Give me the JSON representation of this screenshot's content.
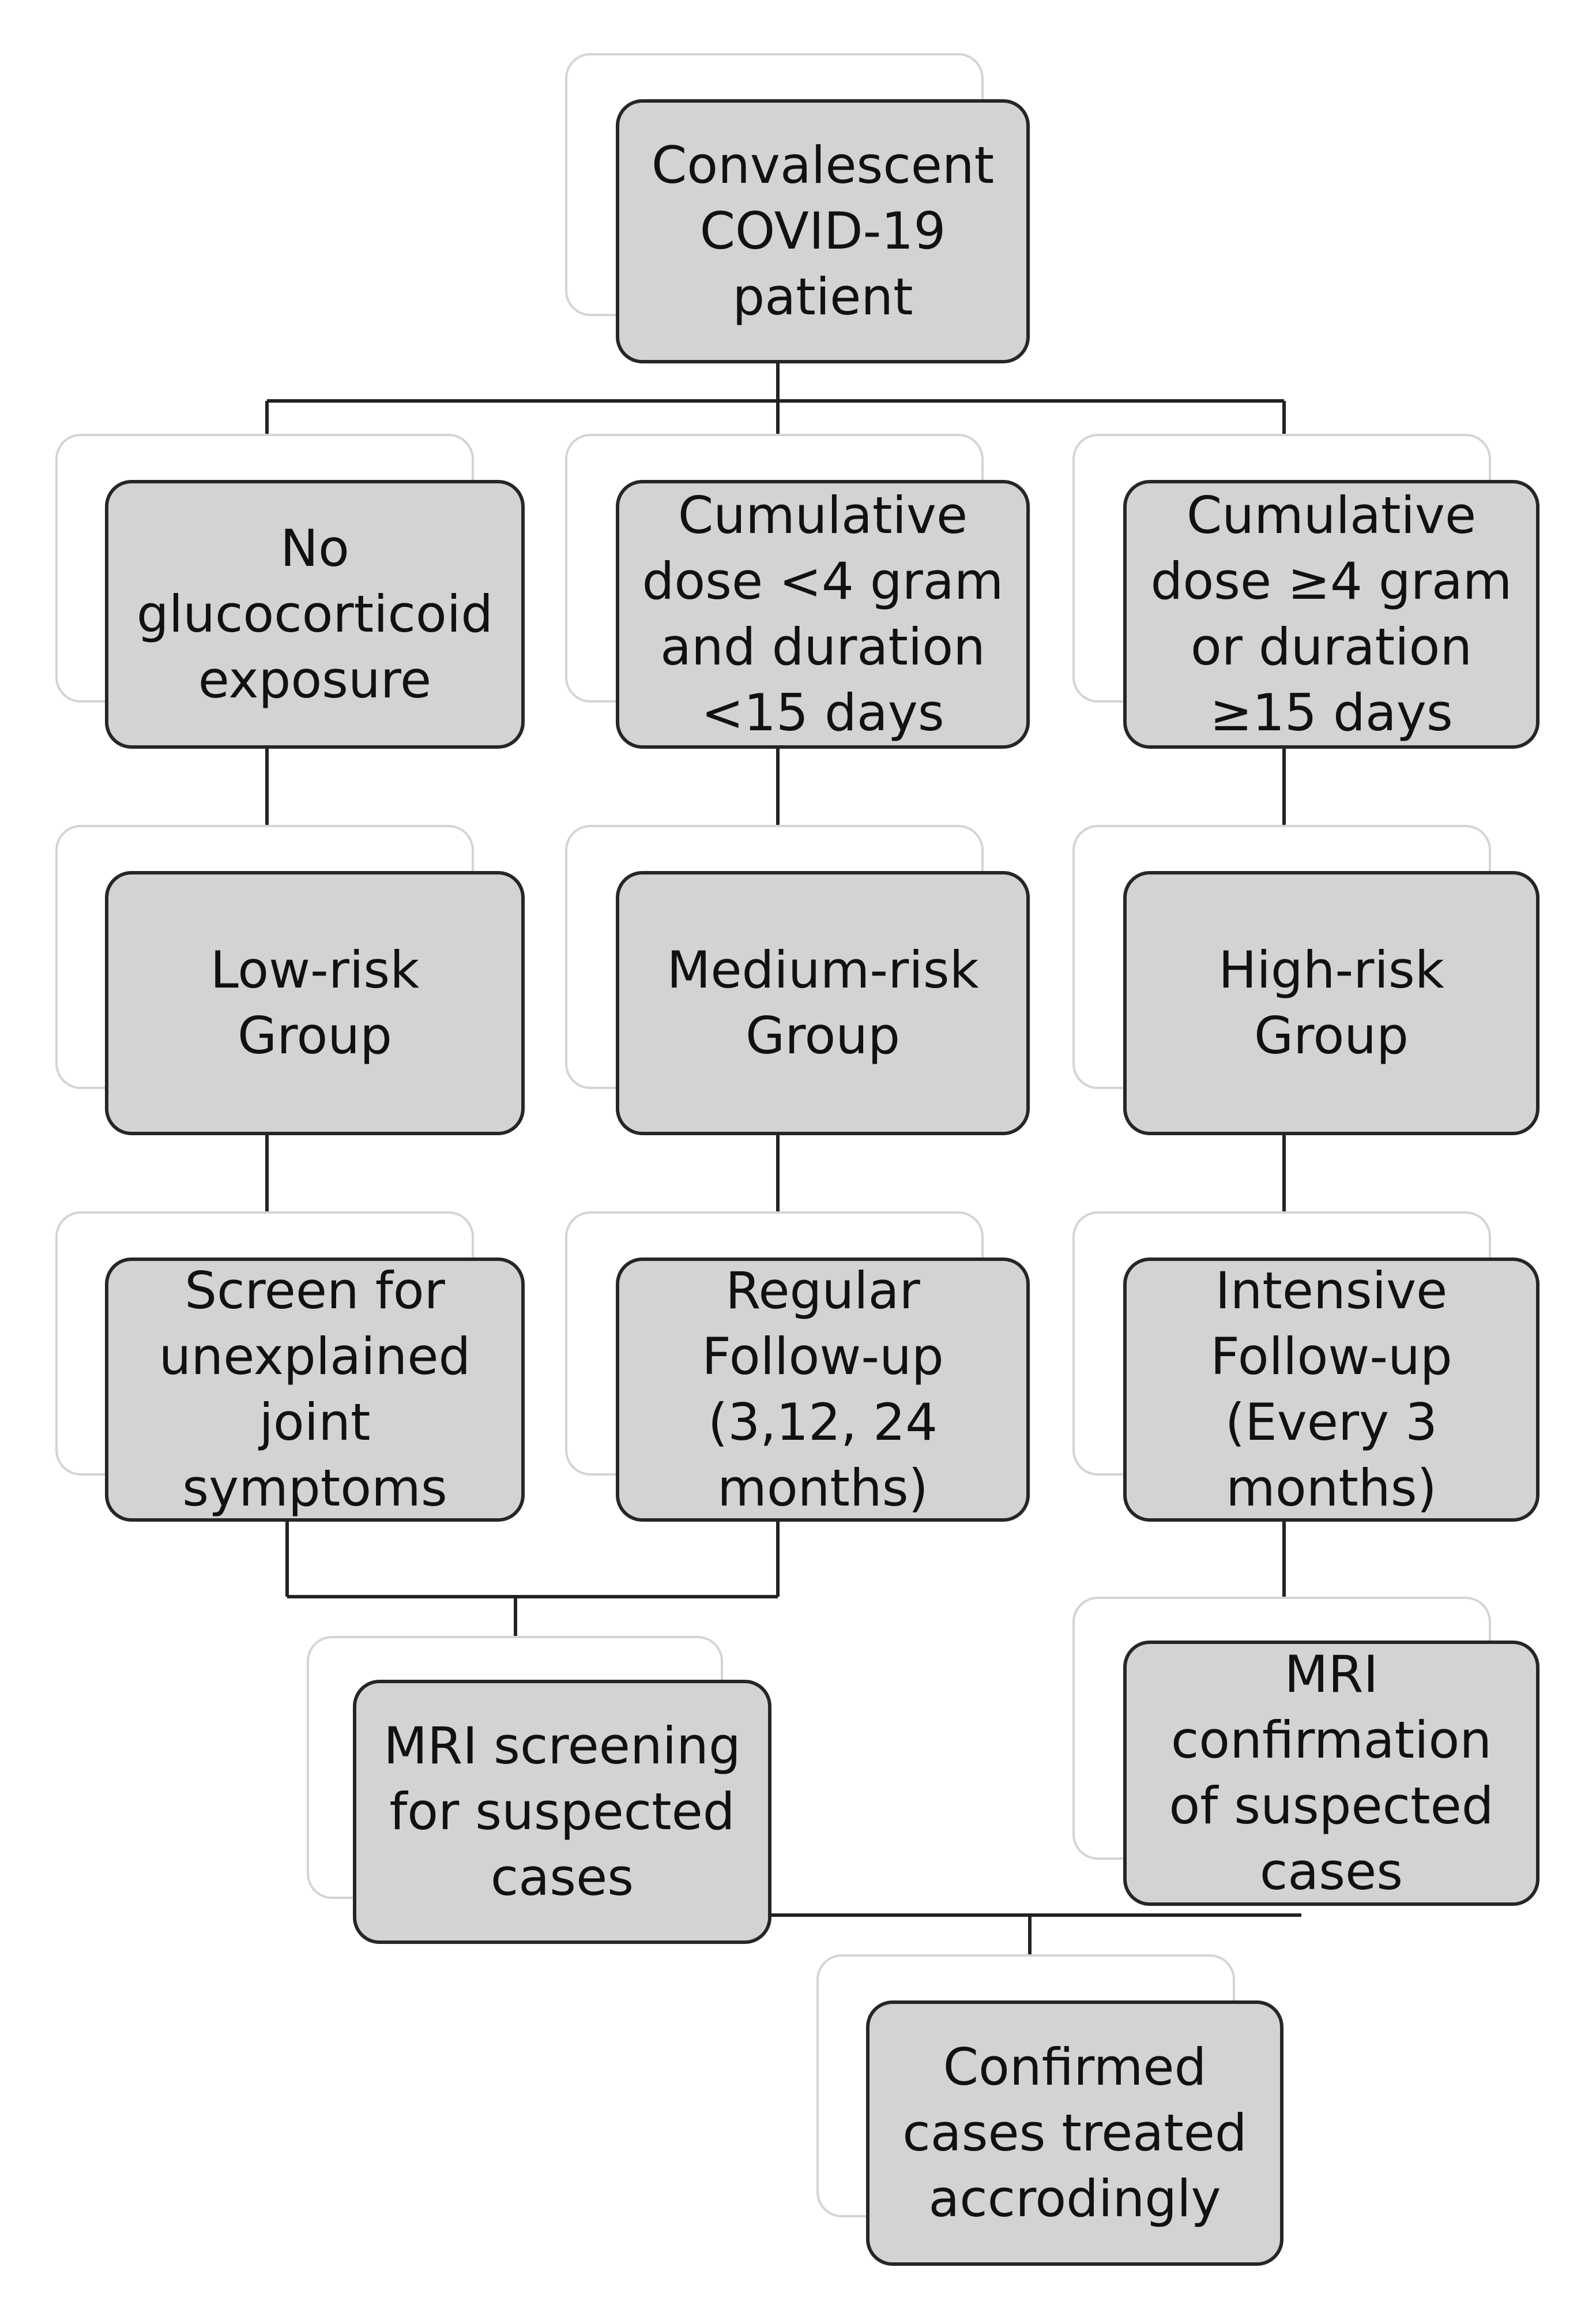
{
  "colors": {
    "box_fill": "#d3d3d3",
    "box_border": "#262626",
    "shadow_border": "#d4d4d4",
    "connector": "#222222",
    "text": "#111111"
  },
  "nodes": {
    "root": "Convalescent\nCOVID-19\npatient",
    "no_exposure": "No\nglucocorticoid\nexposure",
    "low_dose": "Cumulative\ndose <4 gram\nand duration\n<15 days",
    "high_dose": "Cumulative\ndose ≥4 gram\nor duration\n≥15 days",
    "low_risk": "Low-risk\nGroup",
    "medium_risk": "Medium-risk\nGroup",
    "high_risk": "High-risk\nGroup",
    "screen_joint": "Screen for\nunexplained\njoint\nsymptoms",
    "regular_followup": "Regular\nFollow-up\n(3,12, 24\nmonths)",
    "intensive_followup": "Intensive\nFollow-up\n(Every 3\nmonths)",
    "mri_screening": "MRI screening\nfor suspected\ncases",
    "mri_confirmation": "MRI\nconfirmation\nof suspected\ncases",
    "confirmed": "Confirmed\ncases treated\naccrodingly"
  }
}
